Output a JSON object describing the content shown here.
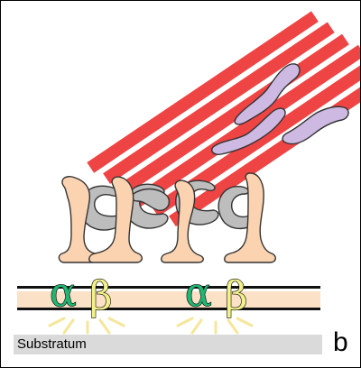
{
  "labels": {
    "substratum": "Substratum",
    "panel": "b",
    "alpha": "α",
    "beta": "β"
  },
  "colors": {
    "actin": "#ef4444",
    "actin_gap": "#ffffff",
    "myosin": "#cdb9e2",
    "talin": "#bdbdbd",
    "integrin_foot": "#fbd3b0",
    "membrane_inner": "#fbe1c6",
    "alpha": "#22b573",
    "beta": "#f2f08a",
    "signal": "#f5e69a",
    "substratum": "#dadada"
  }
}
